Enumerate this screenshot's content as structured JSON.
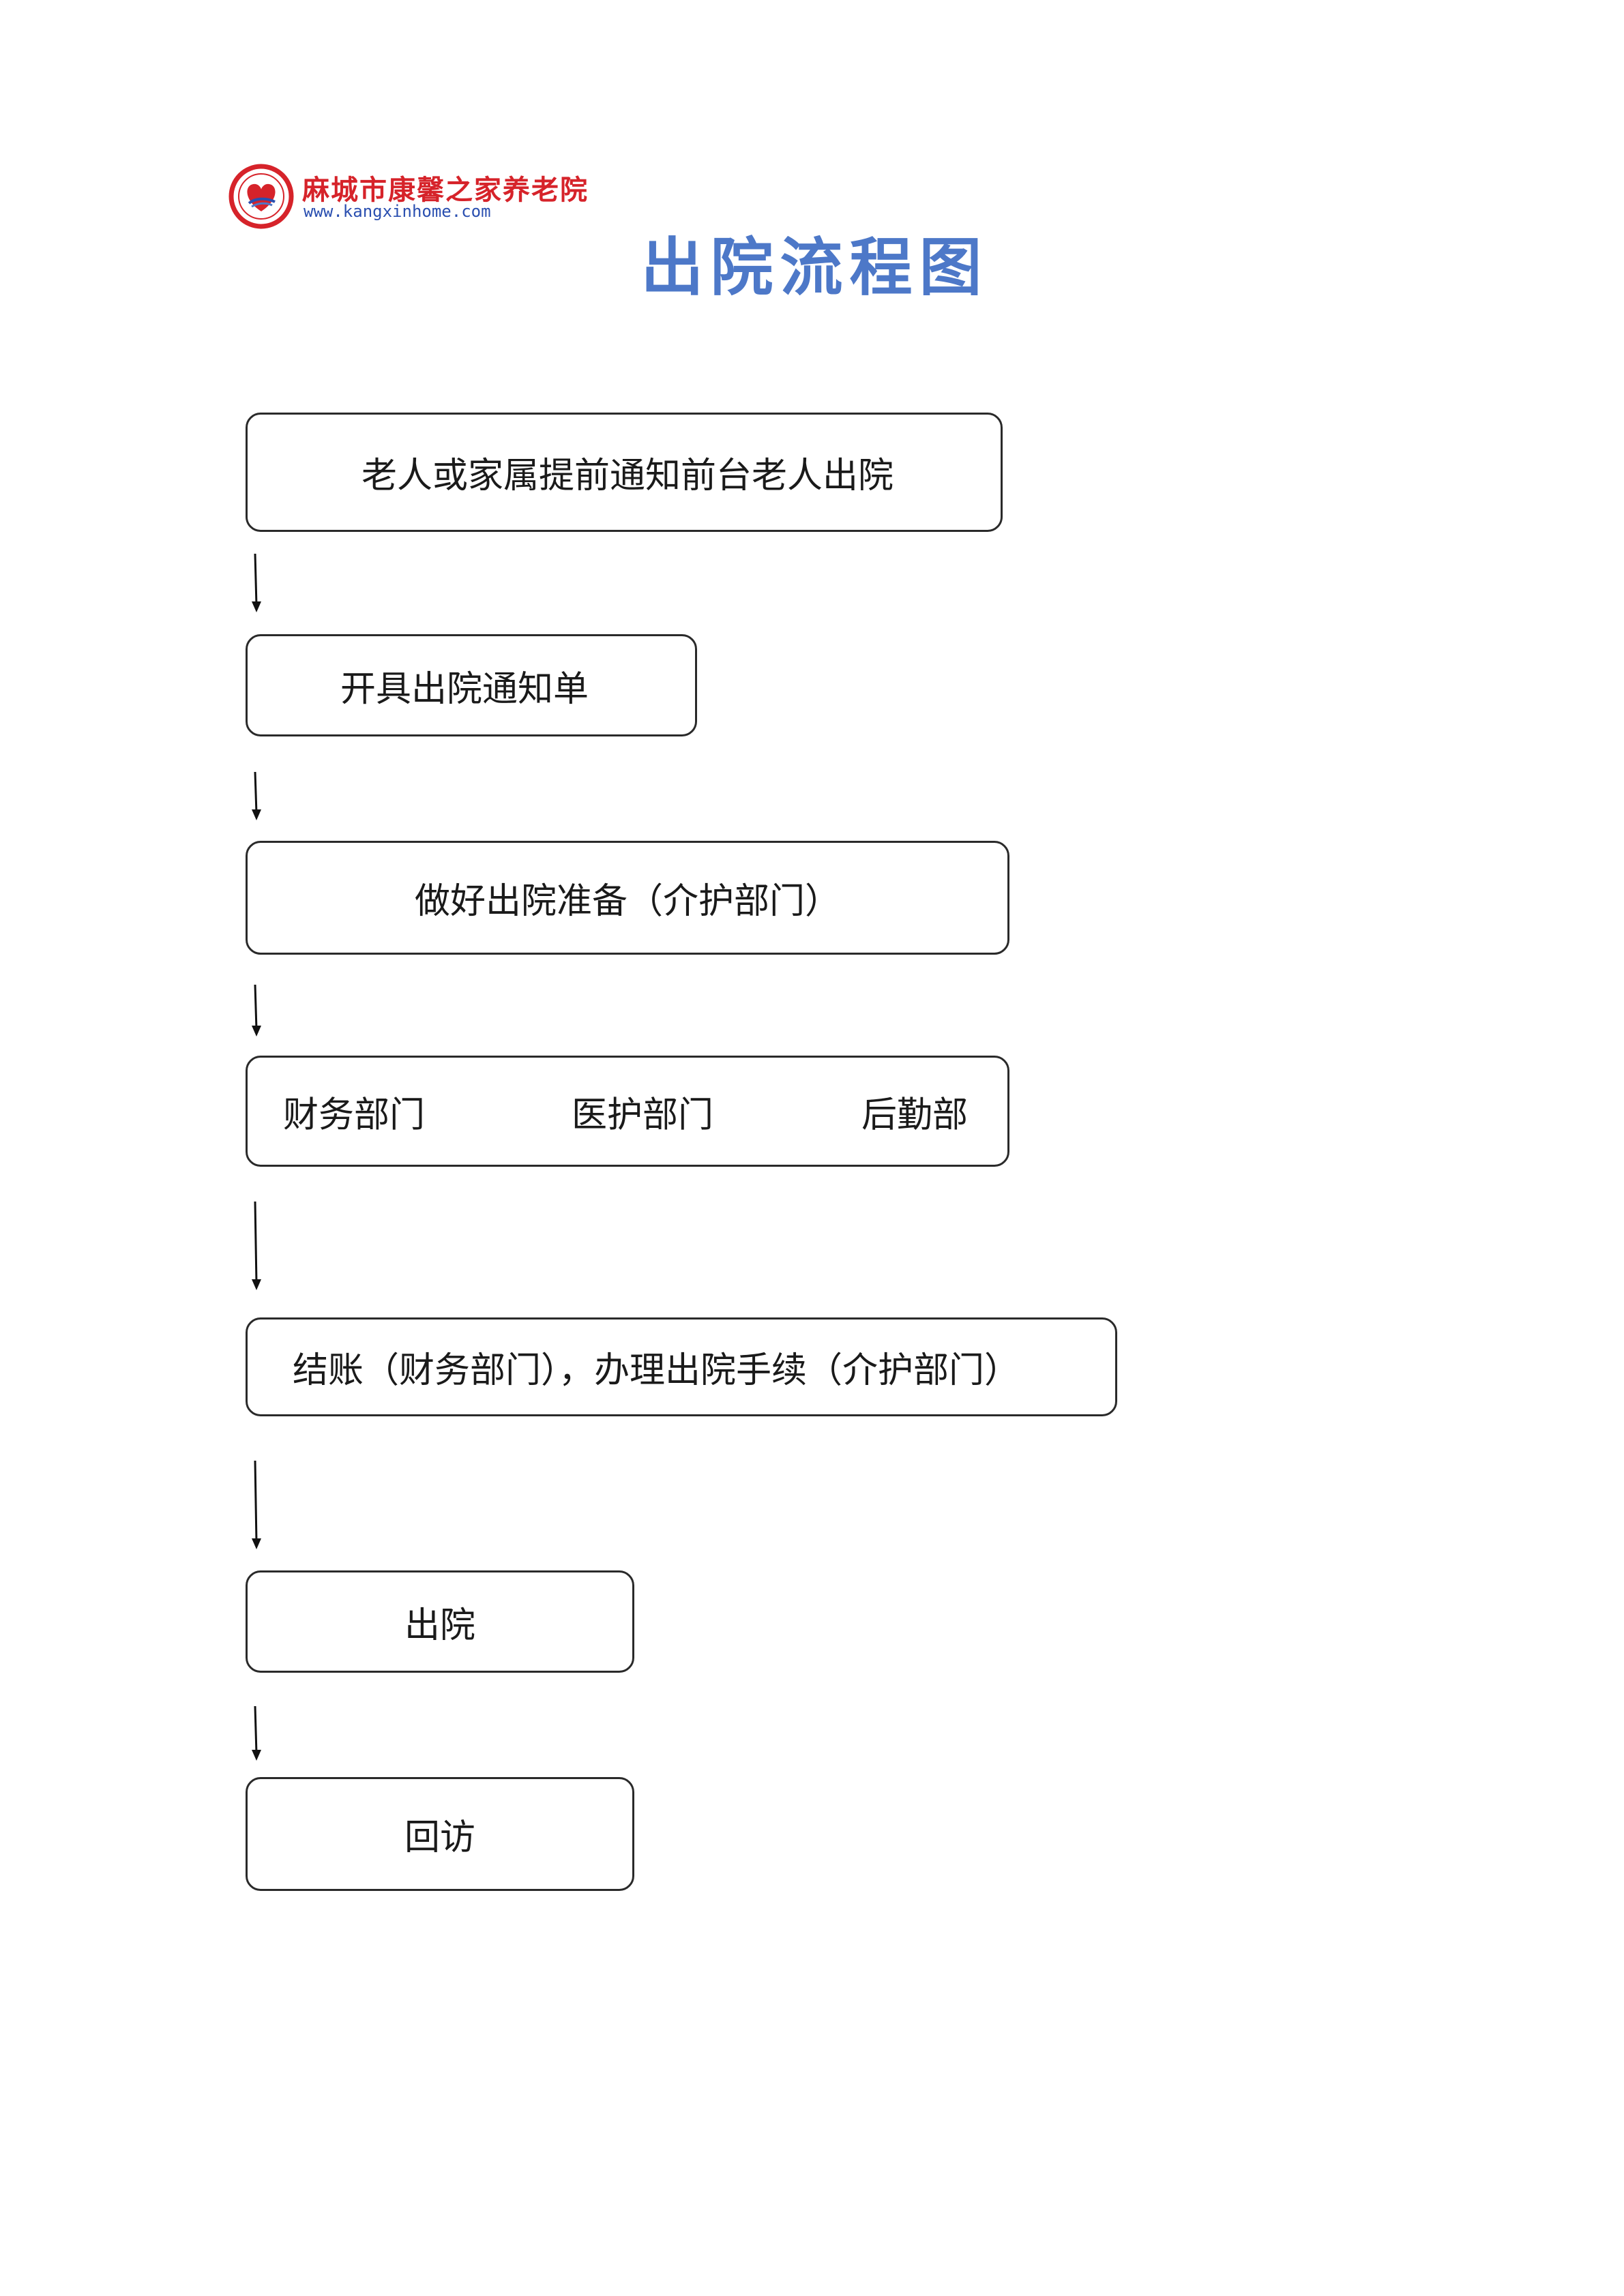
{
  "header": {
    "org_name": "麻城市康馨之家养老院",
    "url": "www.kangxinhome.com",
    "brand_color": "#d6232a",
    "url_color": "#2a4fb0",
    "logo_icon": "heart-seal-icon"
  },
  "title": "出院流程图",
  "title_color": "#4d78c8",
  "flow": {
    "step1": "老人或家属提前通知前台老人出院",
    "step2": "开具出院通知单",
    "step3": "做好出院准备（介护部门）",
    "step4": {
      "finance": "财务部门",
      "medical": "医护部门",
      "logistics": "后勤部"
    },
    "step5": "结账（财务部门），办理出院手续（介护部门）",
    "step6": "出院",
    "step7": "回访"
  }
}
